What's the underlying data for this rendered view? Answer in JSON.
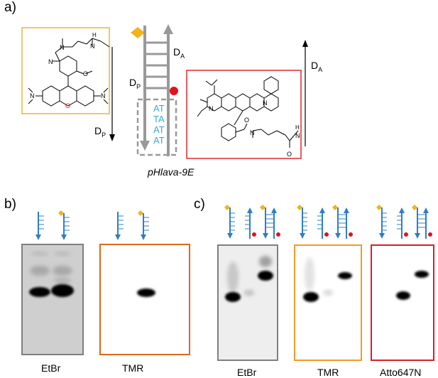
{
  "panel_a": {
    "label": "a)",
    "construct_name": "pHlava-9E",
    "d_acceptor": {
      "main": "D",
      "sub": "A"
    },
    "d_probe": {
      "main": "D",
      "sub": "P"
    },
    "base_pairs": [
      "AT",
      "TA",
      "AT",
      "AT"
    ],
    "colors": {
      "donor_box": "#e8b53a",
      "acceptor_box": "#e0282e",
      "bases": "#35a7d9",
      "ladder": "#999999",
      "donor_dye": "#f2b31c",
      "acceptor_dye": "#e3121b"
    }
  },
  "panel_b": {
    "label": "b)",
    "gels": [
      {
        "caption": "EtBr",
        "frame_color": "#7f7f7f"
      },
      {
        "caption": "TMR",
        "frame_color": "#d96a1c"
      }
    ]
  },
  "panel_c": {
    "label": "c)",
    "gels": [
      {
        "caption": "EtBr",
        "frame_color": "#7f7f7f"
      },
      {
        "caption": "TMR",
        "frame_color": "#f39a2b"
      },
      {
        "caption": "Atto647N",
        "frame_color": "#d62027"
      }
    ]
  },
  "colors": {
    "strand": "#2f7fc4",
    "donor": "#f2b31c",
    "acceptor": "#e3121b"
  }
}
